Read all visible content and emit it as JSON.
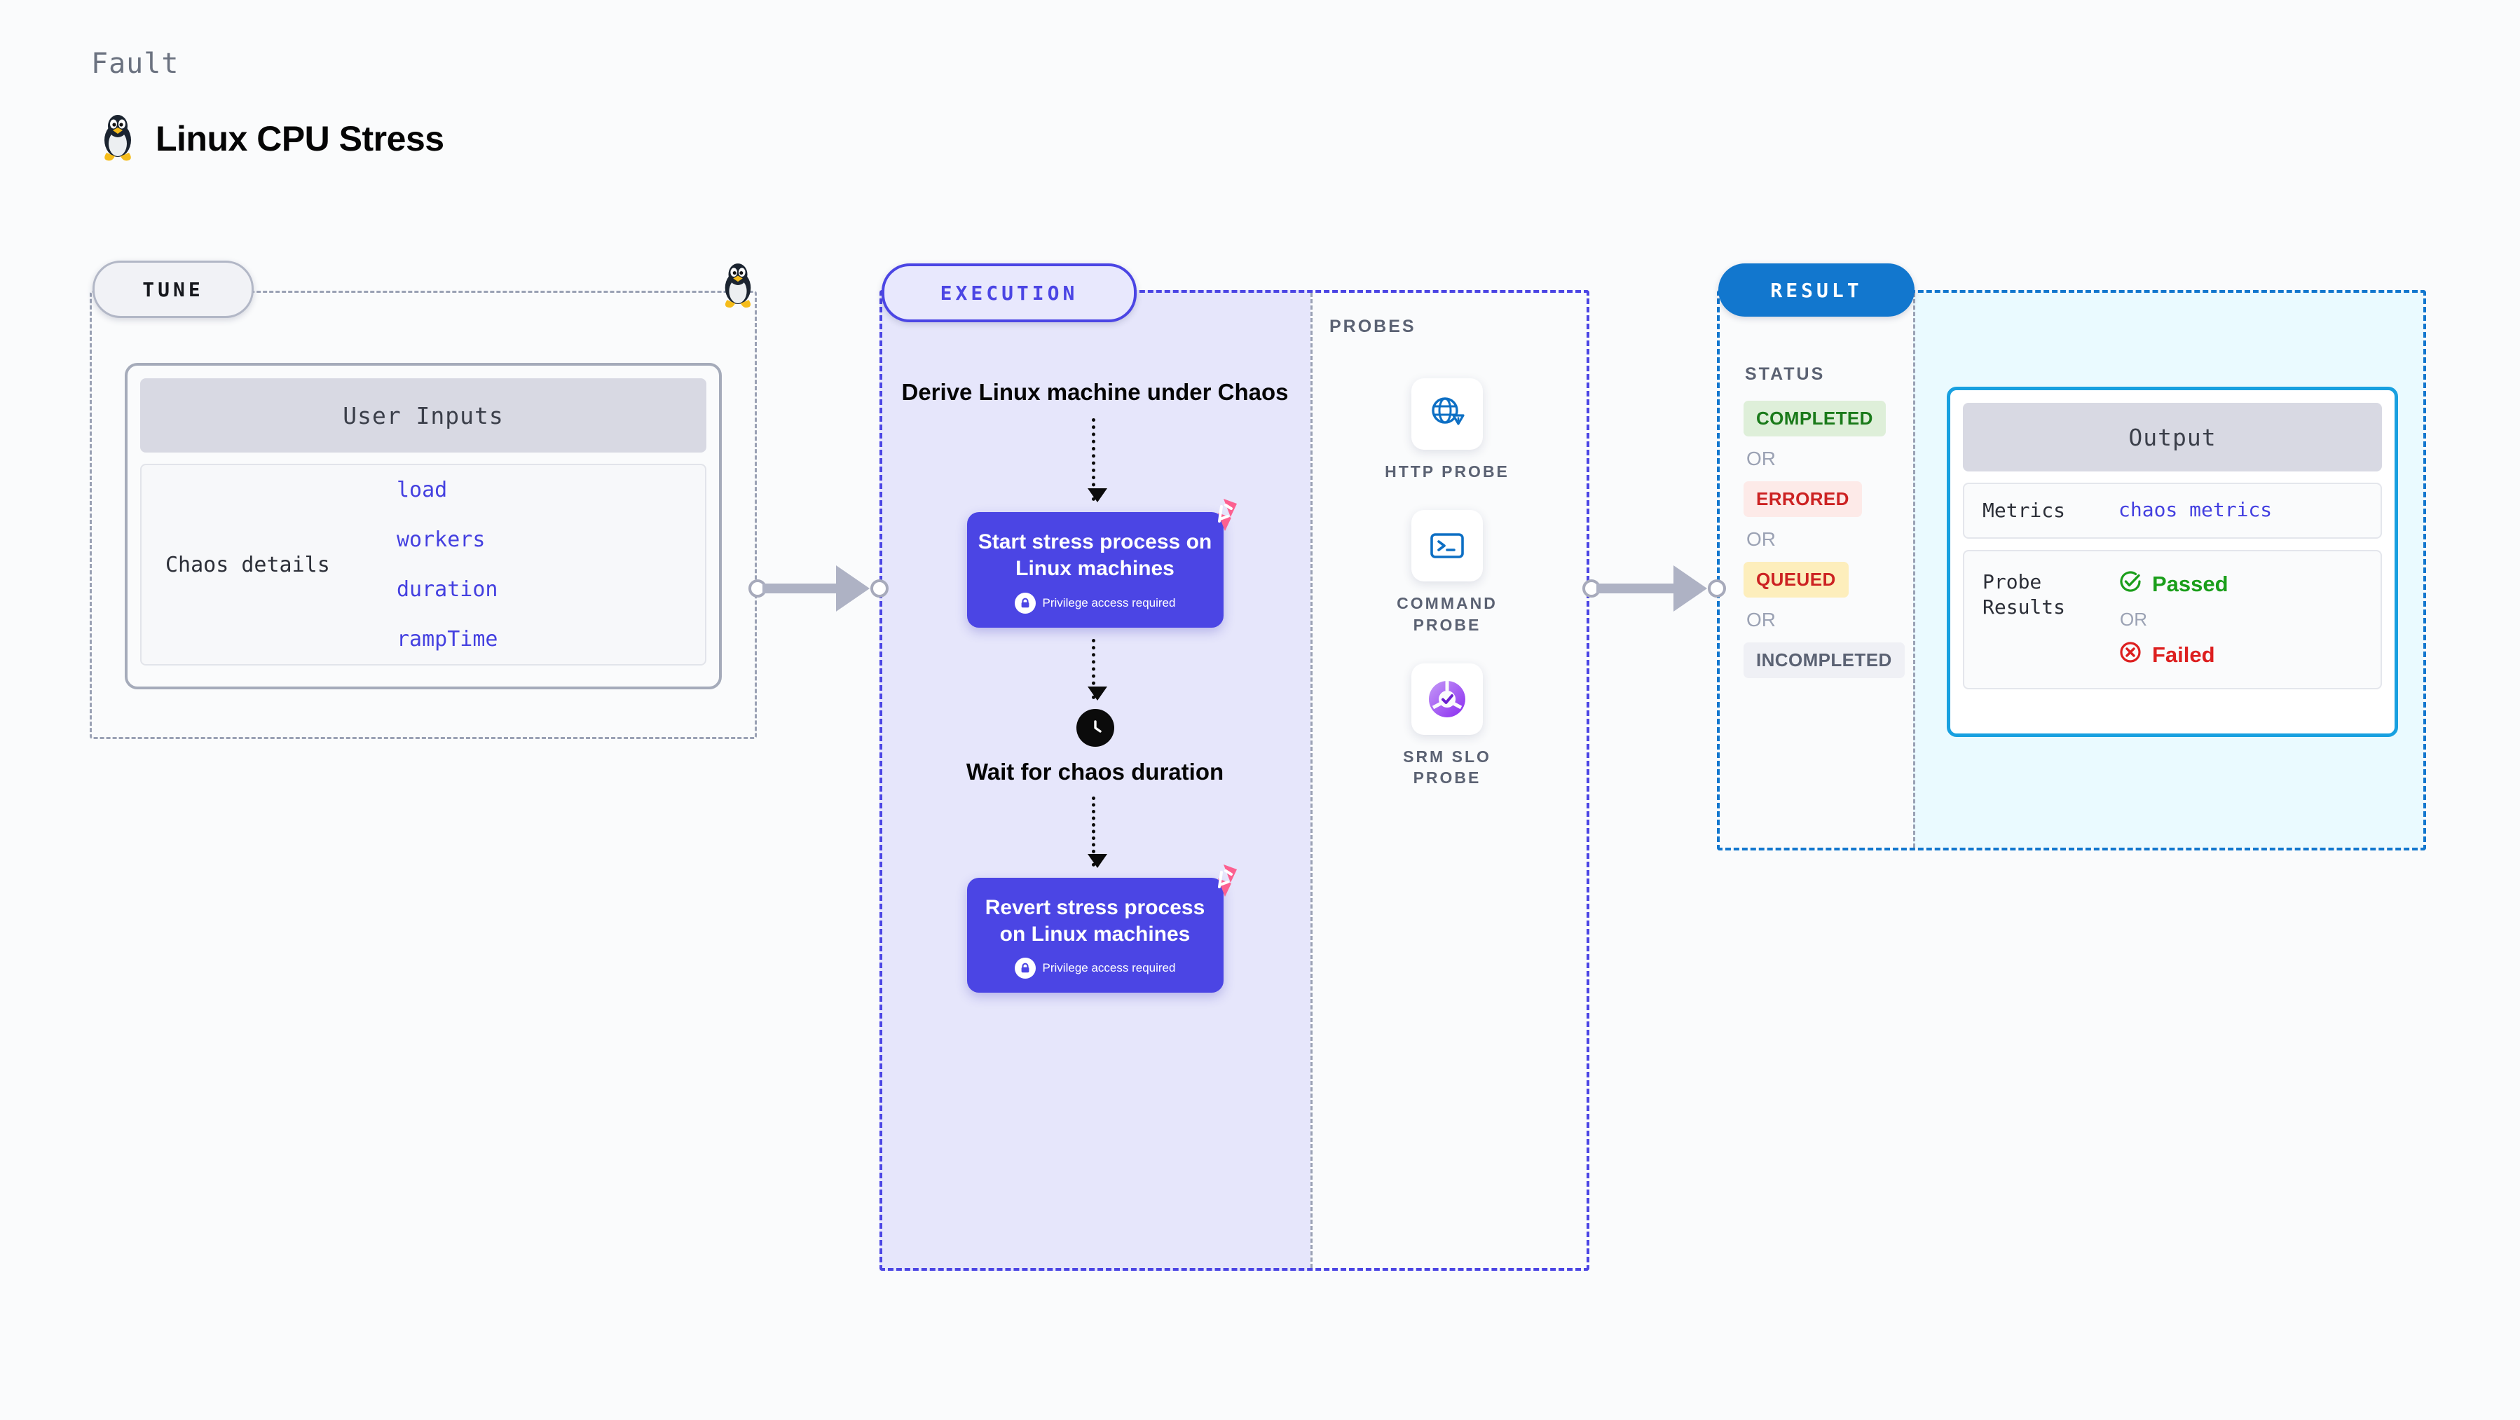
{
  "header": {
    "eyebrow": "Fault",
    "title": "Linux CPU Stress",
    "icon": "linux-penguin-icon"
  },
  "tune": {
    "badge": "TUNE",
    "card_title": "User Inputs",
    "details_label": "Chaos details",
    "params": [
      "load",
      "workers",
      "duration",
      "rampTime"
    ],
    "side_icon": "linux-penguin-icon"
  },
  "execution": {
    "badge": "EXECUTION",
    "steps": [
      {
        "type": "label",
        "text": "Derive Linux machine under Chaos"
      },
      {
        "type": "node",
        "title": "Start stress process on Linux machines",
        "note": "Privilege access required",
        "icon": "lock-icon",
        "corner": "harness-logo-icon"
      },
      {
        "type": "wait",
        "text": "Wait for chaos duration",
        "icon": "clock-icon"
      },
      {
        "type": "node",
        "title": "Revert stress process on Linux machines",
        "note": "Privilege access required",
        "icon": "lock-icon",
        "corner": "harness-logo-icon"
      }
    ]
  },
  "probes": {
    "title": "PROBES",
    "items": [
      {
        "label": "HTTP PROBE",
        "icon": "globe-warning-icon"
      },
      {
        "label": "COMMAND PROBE",
        "icon": "terminal-icon"
      },
      {
        "label": "SRM SLO PROBE",
        "icon": "slo-donut-icon"
      }
    ]
  },
  "result": {
    "badge": "RESULT",
    "status_title": "STATUS",
    "or_label": "OR",
    "statuses": [
      {
        "label": "COMPLETED",
        "bg": "#deefd9",
        "fg": "#1a7a1a"
      },
      {
        "label": "ERRORED",
        "bg": "#fdeae8",
        "fg": "#cc2222"
      },
      {
        "label": "QUEUED",
        "bg": "#fdeebc",
        "fg": "#cc2222"
      },
      {
        "label": "INCOMPLETED",
        "bg": "#eff0f5",
        "fg": "#5b6273"
      }
    ],
    "output": {
      "title": "Output",
      "metrics_key": "Metrics",
      "metrics_value": "chaos metrics",
      "probe_key": "Probe Results",
      "passed": "Passed",
      "failed": "Failed",
      "or_label": "OR",
      "passed_icon": "check-circle-icon",
      "failed_icon": "x-circle-icon"
    }
  },
  "colors": {
    "indigo": "#4b45e4",
    "exec_fill": "#e6e6fb",
    "result_blue": "#1277ce",
    "result_fill": "#eafaff",
    "output_border": "#18a0e0",
    "pink": "#fc6090",
    "gray_dash": "#9aa1b4",
    "green": "#1a9e1a",
    "red": "#dd1f1f"
  }
}
